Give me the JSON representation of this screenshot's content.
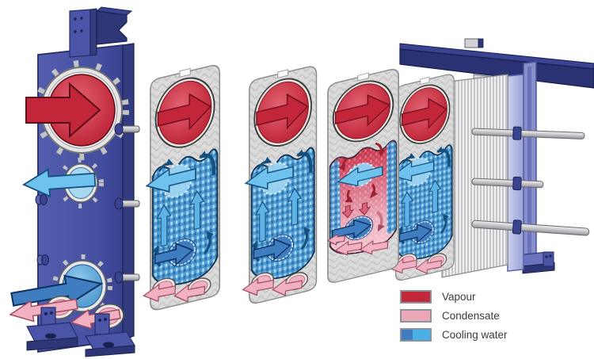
{
  "figure": {
    "name": "plate-heat-exchanger-exploded-view",
    "type": "technical-illustration",
    "components": [
      {
        "name": "frame-plate",
        "features": [
          "vapour-inlet-port",
          "cooling-water-outlet-port",
          "cooling-water-inlet-port",
          "condensate-outlet-port-1",
          "condensate-outlet-port-2",
          "top-bracket",
          "feet"
        ]
      },
      {
        "name": "cooling-water-plate-1",
        "features": [
          "vapour-port",
          "cooling-water-channel",
          "condensate-ports"
        ]
      },
      {
        "name": "cooling-water-plate-2",
        "features": [
          "vapour-port",
          "cooling-water-channel",
          "condensate-ports"
        ]
      },
      {
        "name": "condensing-plate",
        "features": [
          "vapour-port",
          "condensing-channel",
          "cooling-water-pass-through-ports",
          "condensate-ports"
        ]
      },
      {
        "name": "cooling-water-plate-3",
        "features": [
          "vapour-port",
          "cooling-water-channel"
        ]
      },
      {
        "name": "plate-pack"
      },
      {
        "name": "pressure-plate"
      },
      {
        "name": "support-column"
      },
      {
        "name": "carrying-bar"
      },
      {
        "name": "tightening-bolts",
        "count": 3
      }
    ],
    "flows": [
      {
        "medium": "vapour",
        "path": "in through large top port, condenses downward in condensing plate"
      },
      {
        "medium": "cooling water",
        "path": "in through bottom port, upward through cooling plates, out through middle port"
      },
      {
        "medium": "condensate",
        "path": "drains down, out through the two small bottom ports"
      }
    ]
  },
  "legend": {
    "items": [
      {
        "label": "Vapour",
        "colors": [
          "#C1293B"
        ]
      },
      {
        "label": "Condensate",
        "colors": [
          "#EBA7B6"
        ]
      },
      {
        "label": "Cooling water",
        "colors": [
          "#3E7EC0",
          "#49B0E8"
        ]
      }
    ]
  },
  "palette": {
    "vapour_red": "#C1293B",
    "condensate_pink": "#EBA7B6",
    "cooling_water_dark": "#3E7EC0",
    "cooling_water_light": "#49B0E8",
    "frame_blue": "#4A55A8",
    "carrying_bar_navy": "#2A3274",
    "pressure_plate_periwinkle": "#ADB5E2",
    "plate_gray": "#DBDBDB"
  }
}
